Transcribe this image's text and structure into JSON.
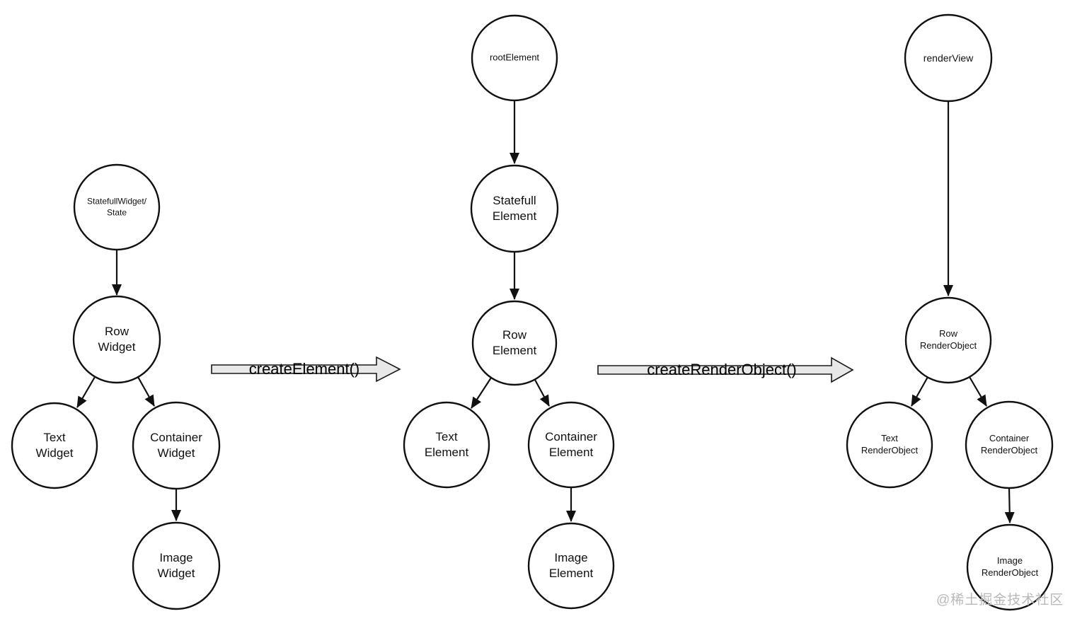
{
  "diagram": {
    "widget_tree": {
      "root": "StatefullWidget/\nState",
      "row": "Row\nWidget",
      "text": "Text\nWidget",
      "container": "Container\nWidget",
      "image": "Image\nWidget"
    },
    "element_tree": {
      "root": "rootElement",
      "statefull": "Statefull\nElement",
      "row": "Row\nElement",
      "text": "Text\nElement",
      "container": "Container\nElement",
      "image": "Image\nElement"
    },
    "render_tree": {
      "root": "renderView",
      "row": "Row\nRenderObject",
      "text": "Text\nRenderObject",
      "container": "Container\nRenderObject",
      "image": "Image\nRenderObject"
    },
    "arrows": {
      "create_element": "createElement()",
      "create_render_object": "createRenderObject()"
    },
    "watermark": "@稀土掘金技术社区",
    "colors": {
      "stroke": "#111111",
      "node_fill": "#ffffff",
      "block_arrow_fill": "#e8e8e8",
      "watermark": "#b9b9b9",
      "background": "#ffffff"
    }
  }
}
